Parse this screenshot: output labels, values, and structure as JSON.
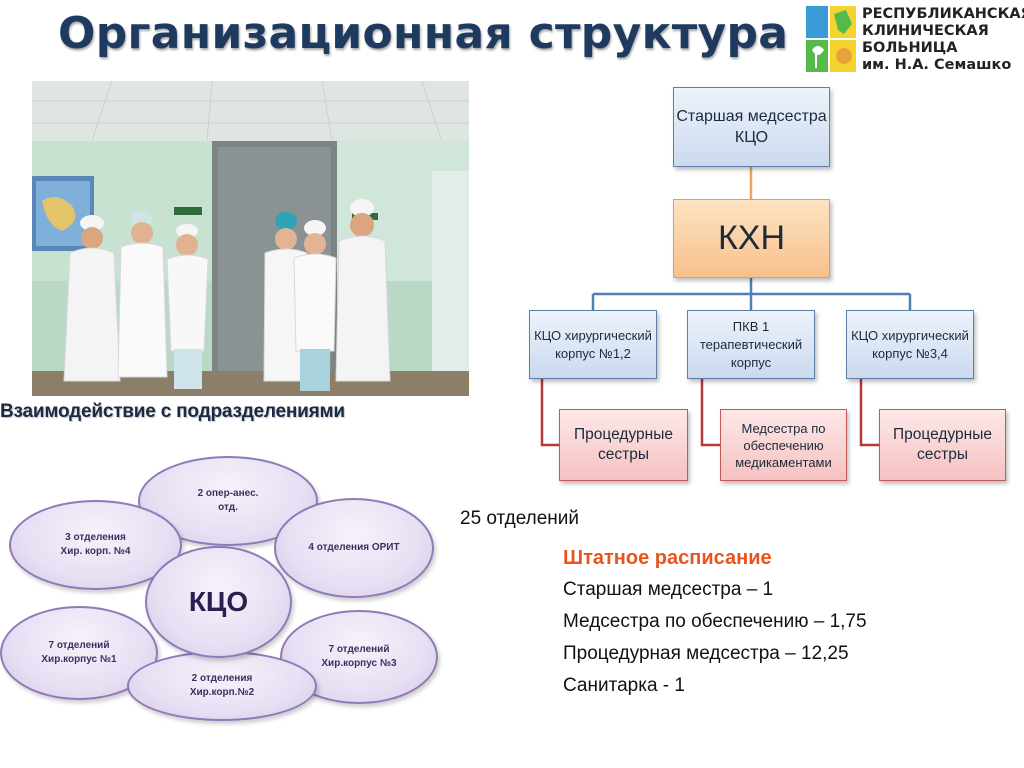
{
  "title": "Организационная структура",
  "logo": {
    "line1": "РЕСПУБЛИКАНСКАЯ",
    "line2": "КЛИНИЧЕСКАЯ",
    "line3": "БОЛЬНИЦА",
    "line4": "им. Н.А. Семашко"
  },
  "subtitle": "Взаимодействие с подразделениями",
  "org_chart": {
    "top": "Старшая медсестра КЦО",
    "middle": "КХН",
    "level2": [
      {
        "label": "КЦО хирургический корпус №1,2"
      },
      {
        "label": "ПКВ 1 терапевтический корпус"
      },
      {
        "label": "КЦО хирургический корпус №3,4"
      }
    ],
    "level3": [
      {
        "label": "Процедурные сестры"
      },
      {
        "label": "Медсестра по обеспечению медикаментами"
      },
      {
        "label": "Процедурные сестры"
      }
    ]
  },
  "departments": "25 отделений",
  "staffing": {
    "title": "Штатное расписание",
    "lines": [
      "Старшая медсестра – 1",
      "Медсестра по обеспечению – 1,75",
      "Процедурная медсестра – 12,25",
      "Санитарка - 1"
    ]
  },
  "interaction": {
    "center": "КЦО",
    "units": [
      {
        "line1": "2 опер-анес.",
        "line2": "отд."
      },
      {
        "line1": "3 отделения",
        "line2": "Хир. корп. №4"
      },
      {
        "line1": "4 отделения  ОРИТ",
        "line2": ""
      },
      {
        "line1": "7 отделений",
        "line2": "Хир.корпус №1"
      },
      {
        "line1": "7 отделений",
        "line2": "Хир.корпус №3"
      },
      {
        "line1": "2 отделения",
        "line2": "Хир.корп.№2"
      }
    ]
  },
  "colors": {
    "title": "#1f3a5f",
    "staff_title": "#e8541e",
    "connector_orange": "#f2a25c",
    "connector_blue": "#4f7fb4",
    "connector_red": "#b33b3b"
  }
}
